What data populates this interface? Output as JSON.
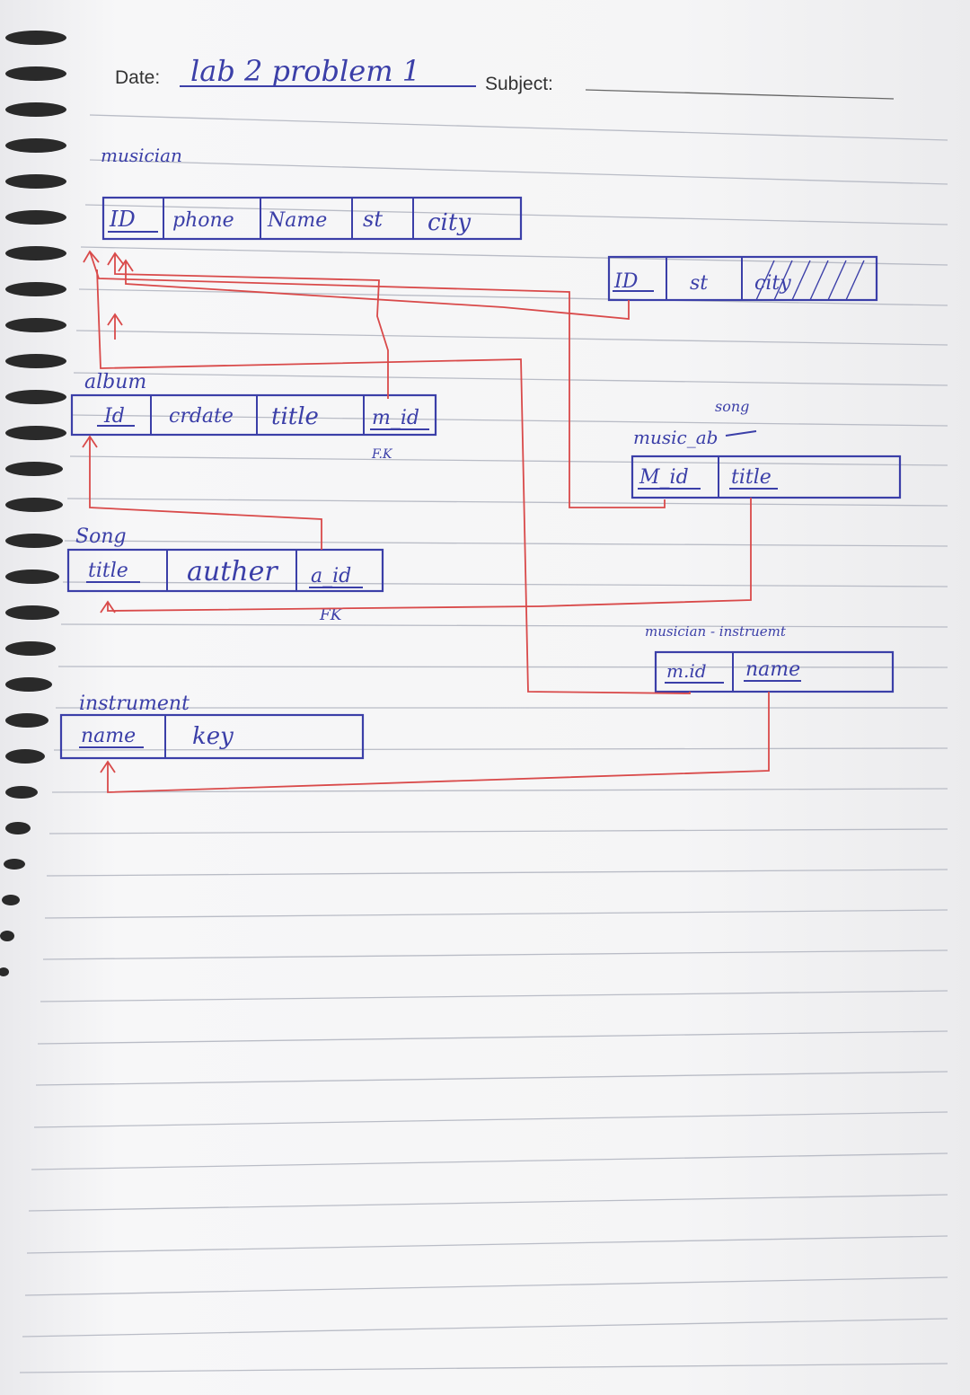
{
  "header": {
    "date_label": "Date:",
    "date_value": "lab 2 problem 1",
    "subject_label": "Subject:"
  },
  "tables": {
    "musician": {
      "name": "musician",
      "cols": [
        "ID",
        "phone",
        "Name",
        "st",
        "city"
      ]
    },
    "address": {
      "cols": [
        "ID",
        "st",
        "city"
      ]
    },
    "album": {
      "name": "album",
      "cols": [
        "Id",
        "crdate",
        "title",
        "m_id"
      ],
      "fk_note": "F.K"
    },
    "music_song": {
      "name": "music_ab",
      "name_correction": "song",
      "cols": [
        "M_id",
        "title"
      ]
    },
    "song": {
      "name": "Song",
      "cols": [
        "title",
        "auther",
        "a_id"
      ],
      "fk_note": "FK"
    },
    "musician_instrument": {
      "name": "musician - instruemt",
      "cols": [
        "m.id",
        "name"
      ]
    },
    "instrument": {
      "name": "instrument",
      "cols": [
        "name",
        "key"
      ]
    }
  },
  "colors": {
    "ink_blue": "#3b3fa8",
    "ink_red": "#d94a4a",
    "rule": "#b9bcc6"
  }
}
